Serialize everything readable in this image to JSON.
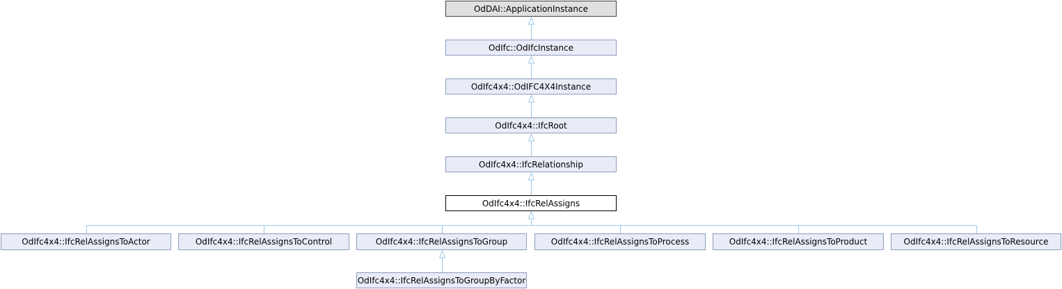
{
  "diagram": {
    "type": "class-inheritance",
    "colors": {
      "node_fill": "#e9ecf7",
      "node_border": "#8b9bbd",
      "root_fill": "#e0e0e0",
      "current_fill": "#ffffff",
      "edge": "#9cc7e6"
    },
    "nodes": {
      "application_instance": "OdDAI::ApplicationInstance",
      "odifc_instance": "OdIfc::OdIfcInstance",
      "ifc4x4_instance": "OdIfc4x4::OdIFC4X4Instance",
      "ifc_root": "OdIfc4x4::IfcRoot",
      "ifc_relationship": "OdIfc4x4::IfcRelationship",
      "ifc_rel_assigns": "OdIfc4x4::IfcRelAssigns",
      "to_actor": "OdIfc4x4::IfcRelAssignsToActor",
      "to_control": "OdIfc4x4::IfcRelAssignsToControl",
      "to_group": "OdIfc4x4::IfcRelAssignsToGroup",
      "to_process": "OdIfc4x4::IfcRelAssignsToProcess",
      "to_product": "OdIfc4x4::IfcRelAssignsToProduct",
      "to_resource": "OdIfc4x4::IfcRelAssignsToResource",
      "to_group_by_factor": "OdIfc4x4::IfcRelAssignsToGroupByFactor"
    },
    "inheritance": [
      [
        "odifc_instance",
        "application_instance"
      ],
      [
        "ifc4x4_instance",
        "odifc_instance"
      ],
      [
        "ifc_root",
        "ifc4x4_instance"
      ],
      [
        "ifc_relationship",
        "ifc_root"
      ],
      [
        "ifc_rel_assigns",
        "ifc_relationship"
      ],
      [
        "to_actor",
        "ifc_rel_assigns"
      ],
      [
        "to_control",
        "ifc_rel_assigns"
      ],
      [
        "to_group",
        "ifc_rel_assigns"
      ],
      [
        "to_process",
        "ifc_rel_assigns"
      ],
      [
        "to_product",
        "ifc_rel_assigns"
      ],
      [
        "to_resource",
        "ifc_rel_assigns"
      ],
      [
        "to_group_by_factor",
        "to_group"
      ]
    ]
  }
}
